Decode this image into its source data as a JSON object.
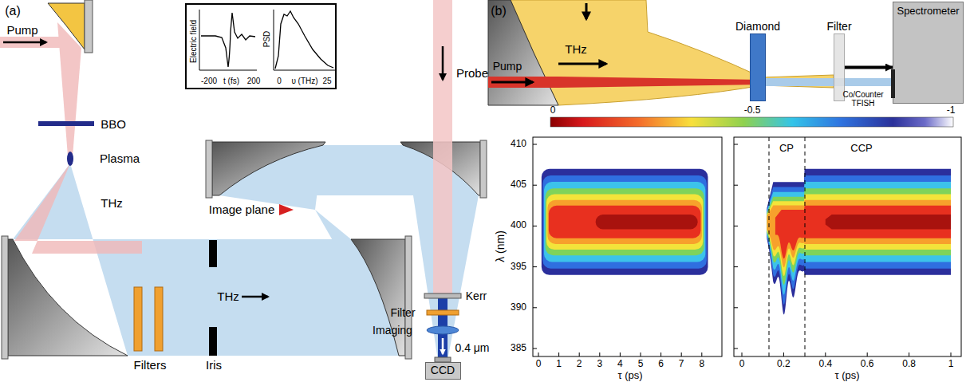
{
  "diagram": {
    "nodes": [
      {
        "text": [
          "Electric field",
          "-200",
          "t (fs)",
          "200",
          "PSD",
          "0",
          "υ (THz)",
          "25"
        ]
      },
      {
        "text": [
          "CCD"
        ]
      },
      {
        "text": [
          "Diamond"
        ]
      },
      {
        "text": [
          "Filter"
        ]
      },
      {
        "text": [
          "Spectrometer"
        ]
      }
    ],
    "edges": [
      {
        "from": 3,
        "to": 4,
        "arrow": "to"
      }
    ],
    "labels": [
      "(a)",
      "Pump",
      "BBO",
      "Plasma",
      "THz",
      "Filters",
      "Iris",
      "THz",
      "Image plane",
      "Probe",
      "Kerr",
      "Filter",
      "Imaging",
      "0.4 μm",
      "(b)",
      "Pump",
      "THz",
      "Co/Counter TFISH",
      "0",
      "-0.5",
      "-1",
      "410",
      "405",
      "400",
      "395",
      "390",
      "385",
      "λ (nm)",
      "0",
      "1",
      "2",
      "3",
      "4",
      "5",
      "6",
      "7",
      "8",
      "τ (ps)",
      "0",
      "0.2",
      "0.4",
      "0.6",
      "0.8",
      "1",
      "τ (ps)",
      "CP",
      "CCP"
    ]
  }
}
